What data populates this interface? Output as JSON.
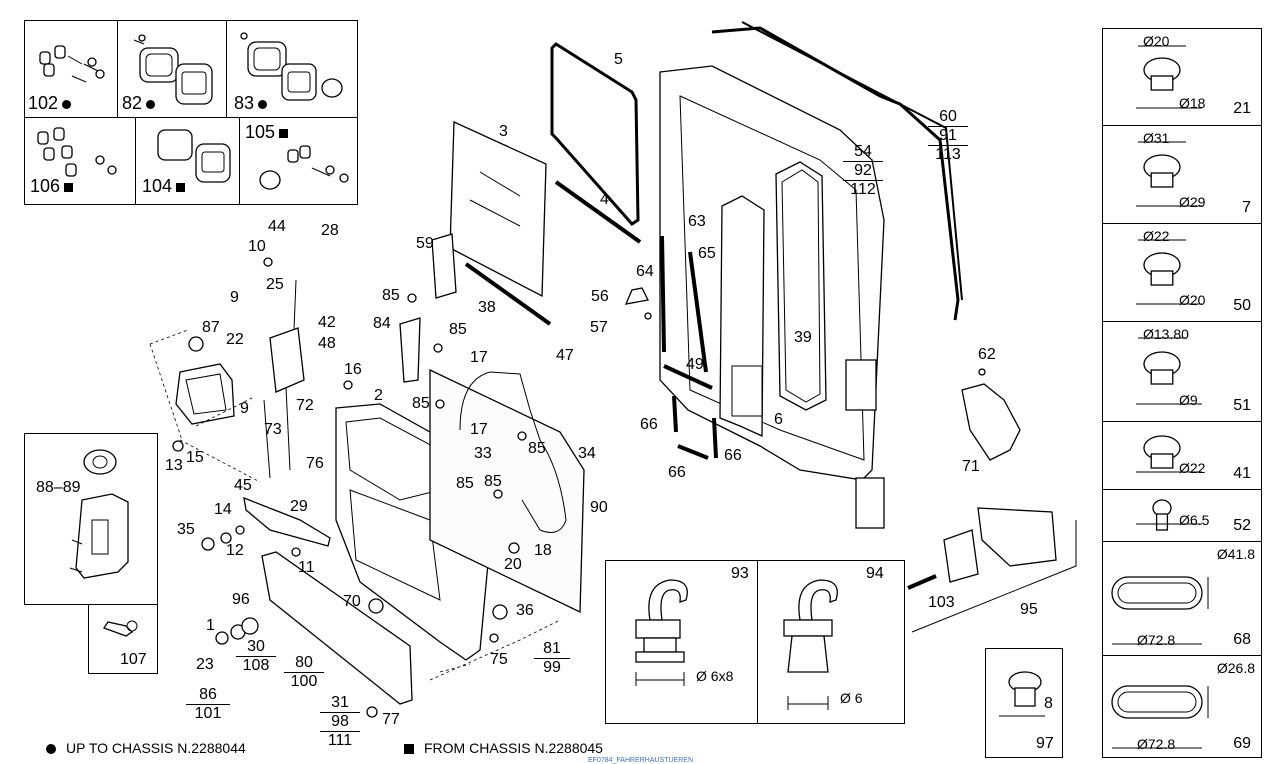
{
  "kits": {
    "k102": {
      "label": "102",
      "mark": "circle"
    },
    "k82": {
      "label": "82",
      "mark": "circle"
    },
    "k83": {
      "label": "83",
      "mark": "circle"
    },
    "k106": {
      "label": "106",
      "mark": "square"
    },
    "k104": {
      "label": "104",
      "mark": "square"
    },
    "k105": {
      "label": "105",
      "mark": "square"
    }
  },
  "parts": {
    "p3": "3",
    "p4": "4",
    "p5": "5",
    "p6": "6",
    "p9a": "9",
    "p9b": "9",
    "p10": "10",
    "p11": "11",
    "p12": "12",
    "p13": "13",
    "p14": "14",
    "p15": "15",
    "p16": "16",
    "p17a": "17",
    "p17b": "17",
    "p18": "18",
    "p2": "2",
    "p20": "20",
    "p22": "22",
    "p25": "25",
    "p28": "28",
    "p29": "29",
    "p33": "33",
    "p34": "34",
    "p35": "35",
    "p36": "36",
    "p38": "38",
    "p39": "39",
    "p42": "42",
    "p44": "44",
    "p45": "45",
    "p47": "47",
    "p48": "48",
    "p49": "49",
    "p56": "56",
    "p57": "57",
    "p59": "59",
    "p62": "62",
    "p63": "63",
    "p64": "64",
    "p65": "65",
    "p66a": "66",
    "p66b": "66",
    "p66c": "66",
    "p70": "70",
    "p71": "71",
    "p72": "72",
    "p73": "73",
    "p75": "75",
    "p76": "76",
    "p77": "77",
    "p84": "84",
    "p85a": "85",
    "p85b": "85",
    "p85c": "85",
    "p85d": "85",
    "p85e": "85",
    "p85f": "85",
    "p87": "87",
    "p88_89": "88–89",
    "p90": "90",
    "p95": "95",
    "p96": "96",
    "p103": "103",
    "p107": "107",
    "p1": "1",
    "p23": "23"
  },
  "fractions": {
    "f60": {
      "num": "60",
      "mid": "91",
      "den": "113"
    },
    "f54": {
      "num": "54",
      "mid": "92",
      "den": "112"
    },
    "f86": {
      "num": "86",
      "den": "101"
    },
    "f30": {
      "num": "30",
      "den": "108"
    },
    "f80": {
      "num": "80",
      "den": "100"
    },
    "f31": {
      "num": "31",
      "mid": "98",
      "den": "111"
    },
    "f81": {
      "num": "81",
      "den": "99"
    }
  },
  "plugs": [
    {
      "top": "Ø20",
      "side": "Ø18",
      "id": "21"
    },
    {
      "top": "Ø31",
      "side": "Ø29",
      "id": "7"
    },
    {
      "top": "Ø22",
      "side": "Ø20",
      "id": "50"
    },
    {
      "top": "Ø13.80",
      "side": "Ø9",
      "id": "51"
    },
    {
      "top": "",
      "side": "Ø22",
      "id": "41"
    },
    {
      "top": "",
      "side": "Ø6.5",
      "id": "52"
    },
    {
      "top": "Ø41.8",
      "side": "Ø72.8",
      "id": "68"
    },
    {
      "top": "Ø26.8",
      "side": "Ø72.8",
      "id": "69"
    }
  ],
  "hooks": {
    "h93": {
      "id": "93",
      "dim": "Ø  6x8"
    },
    "h94": {
      "id": "94",
      "dim": "Ø  6"
    }
  },
  "plug97": {
    "id": "97",
    "sub": "8"
  },
  "legend": {
    "up_to": "UP TO CHASSIS N.2288044",
    "from": "FROM CHASSIS N.2288045"
  },
  "caption": "EF0784_FAHRERHAUSTUEREN"
}
